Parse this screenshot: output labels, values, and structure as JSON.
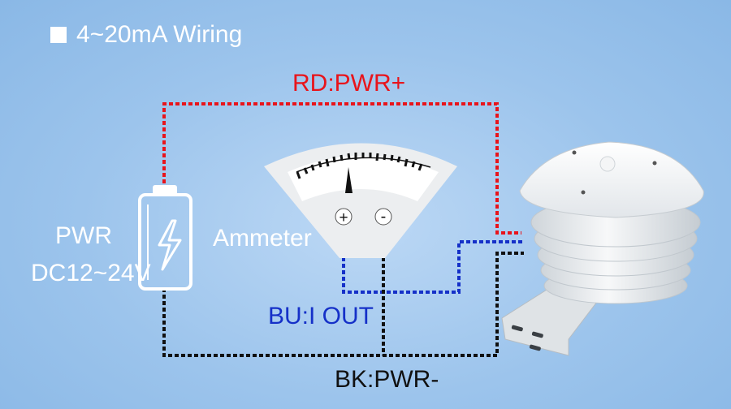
{
  "title": "4~20mA Wiring",
  "labels": {
    "red_wire": "RD:PWR+",
    "blue_wire": "BU:I OUT",
    "black_wire": "BK:PWR-",
    "power_line1": "PWR",
    "power_line2": "DC12~24V",
    "ammeter": "Ammeter",
    "terminal_plus": "+",
    "terminal_minus": "-"
  },
  "colors": {
    "red_wire": "#e8141b",
    "blue_wire": "#1530c8",
    "black_wire": "#111111",
    "background": "#9cc4ec"
  }
}
